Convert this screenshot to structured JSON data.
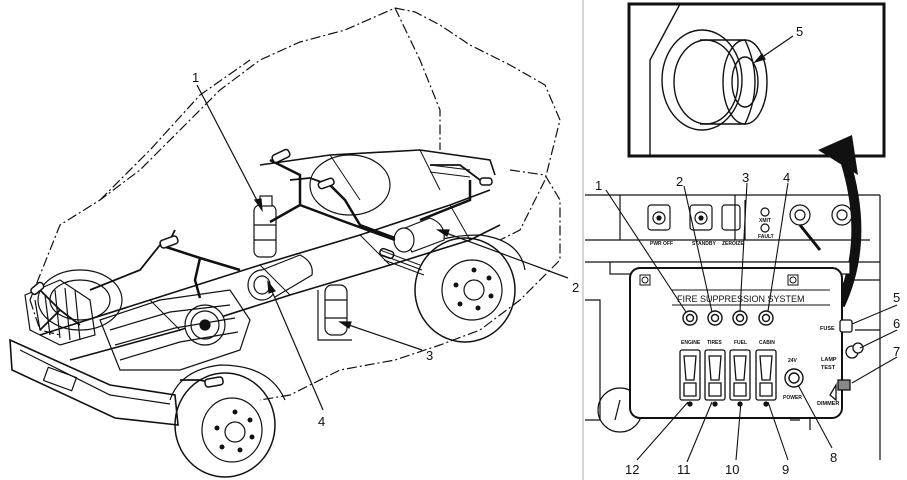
{
  "vehicle_callouts": [
    "1",
    "2",
    "3",
    "4"
  ],
  "panel_callouts": [
    "1",
    "2",
    "3",
    "4",
    "5",
    "6",
    "7",
    "8",
    "9",
    "10",
    "11",
    "12"
  ],
  "detail_callout": "5",
  "panel": {
    "title": "FIRE SUPPRESSION SYSTEM",
    "switch_labels": [
      "ENGINE",
      "TIRES",
      "FUEL",
      "CABIN"
    ],
    "voltage": "24V",
    "power": "POWER",
    "fuse": "FUSE",
    "lamp_test_1": "LAMP",
    "lamp_test_2": "TEST",
    "dimmer": "DIMMER",
    "upper_labels": [
      "PWR OFF",
      "STANDBY",
      "ZEROIZE"
    ],
    "xmit": "XMIT",
    "fault": "FAULT"
  }
}
